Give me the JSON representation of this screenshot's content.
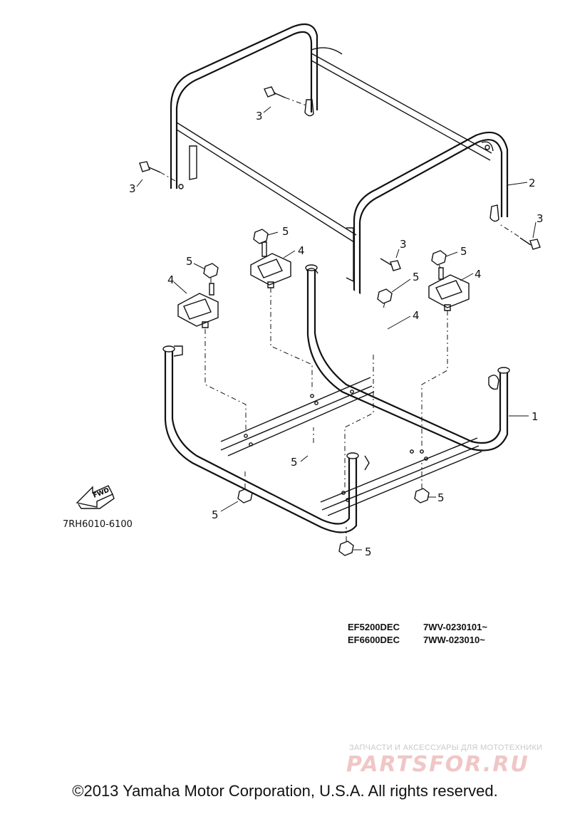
{
  "diagram": {
    "callouts": {
      "c1": "1",
      "c2": "2",
      "c3": "3",
      "c4": "4",
      "c5": "5"
    },
    "fwd_label": "FWD",
    "drawing_code": "7RH6010-6100",
    "models": [
      {
        "model": "EF5200DEC",
        "serial": "7WV-0230101~"
      },
      {
        "model": "EF6600DEC",
        "serial": "7WW-023010~"
      }
    ]
  },
  "watermark": {
    "tagline": "ЗАПЧАСТИ И АКСЕССУАРЫ ДЛЯ МОТОТЕХНИКИ",
    "brand": "PARTSFOR.RU"
  },
  "footer": {
    "copyright": "©2013 Yamaha Motor Corporation, U.S.A. All rights reserved."
  },
  "colors": {
    "line": "#111111",
    "watermark_brand": "#f0c6c6",
    "watermark_tagline": "#c9c9c9"
  }
}
